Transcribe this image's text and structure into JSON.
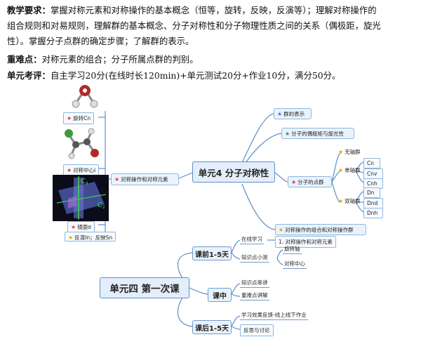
{
  "text": {
    "p1_label": "教学要求：",
    "p1_line1": "掌握对称元素和对称操作的基本概念（恒等，旋转，反映，反演等）；理解对称操作的",
    "p1_line2": "组合规则和对易规则，理解群的基本概念、分子对称性和分子物理性质之间的关系（偶极距，旋光",
    "p1_line3": "性）。掌握分子点群的确定步骤；了解群的表示。",
    "p2_label": "重难点：",
    "p2_text": "对称元素的组合；分子所属点群的判别。",
    "p3_label": "单元考评：",
    "p3_text": "自主学习20分(在线时长120min)+单元测试20分+作业10分，满分50分。"
  },
  "mindmap1": {
    "center": "单元4 分子对称性",
    "left_branch": "对称操作和对称元素",
    "left_leaves": [
      "旋转Cn",
      "对称中心i",
      "镜面σ",
      "反演In；反映Sn"
    ],
    "image_labels": {
      "c4": "C",
      "c4_sub": "4",
      "c2": "C",
      "c2_sub": "2"
    },
    "right": {
      "group_rep": "群的表示",
      "dipole": "分子的偶极矩与旋光性",
      "point_group": "分子的点群",
      "combination": "对称操作的组合和对称操作群"
    },
    "point_group_types": [
      "无轴群",
      "单轴群",
      "双轴群"
    ],
    "single_axis": [
      "Cn",
      "Cnv",
      "Cnh"
    ],
    "double_axis": [
      "Dn",
      "Dnd",
      "Dnh"
    ]
  },
  "mindmap2": {
    "center": "单元四 第一次课",
    "before": "课前1-5天",
    "during": "课中",
    "after": "课后1-5天",
    "online_study": "在线学习",
    "online_item": "1. 对称操作和对称元素",
    "quiz": "知识点小测",
    "quiz_items": [
      "旋转轴",
      "对称中心"
    ],
    "during_items": [
      "知识点串讲",
      "重难点讲解"
    ],
    "after_items": [
      "学习效果反馈-线上线下作业",
      "反思与讨论"
    ]
  },
  "colors": {
    "line": "#5d8fc6",
    "node_fill": "#eaf3fb",
    "star_red": "#e23a3a",
    "star_green": "#2b9c3a",
    "star_yellow": "#e0a600",
    "star_blue": "#2f7de0"
  }
}
